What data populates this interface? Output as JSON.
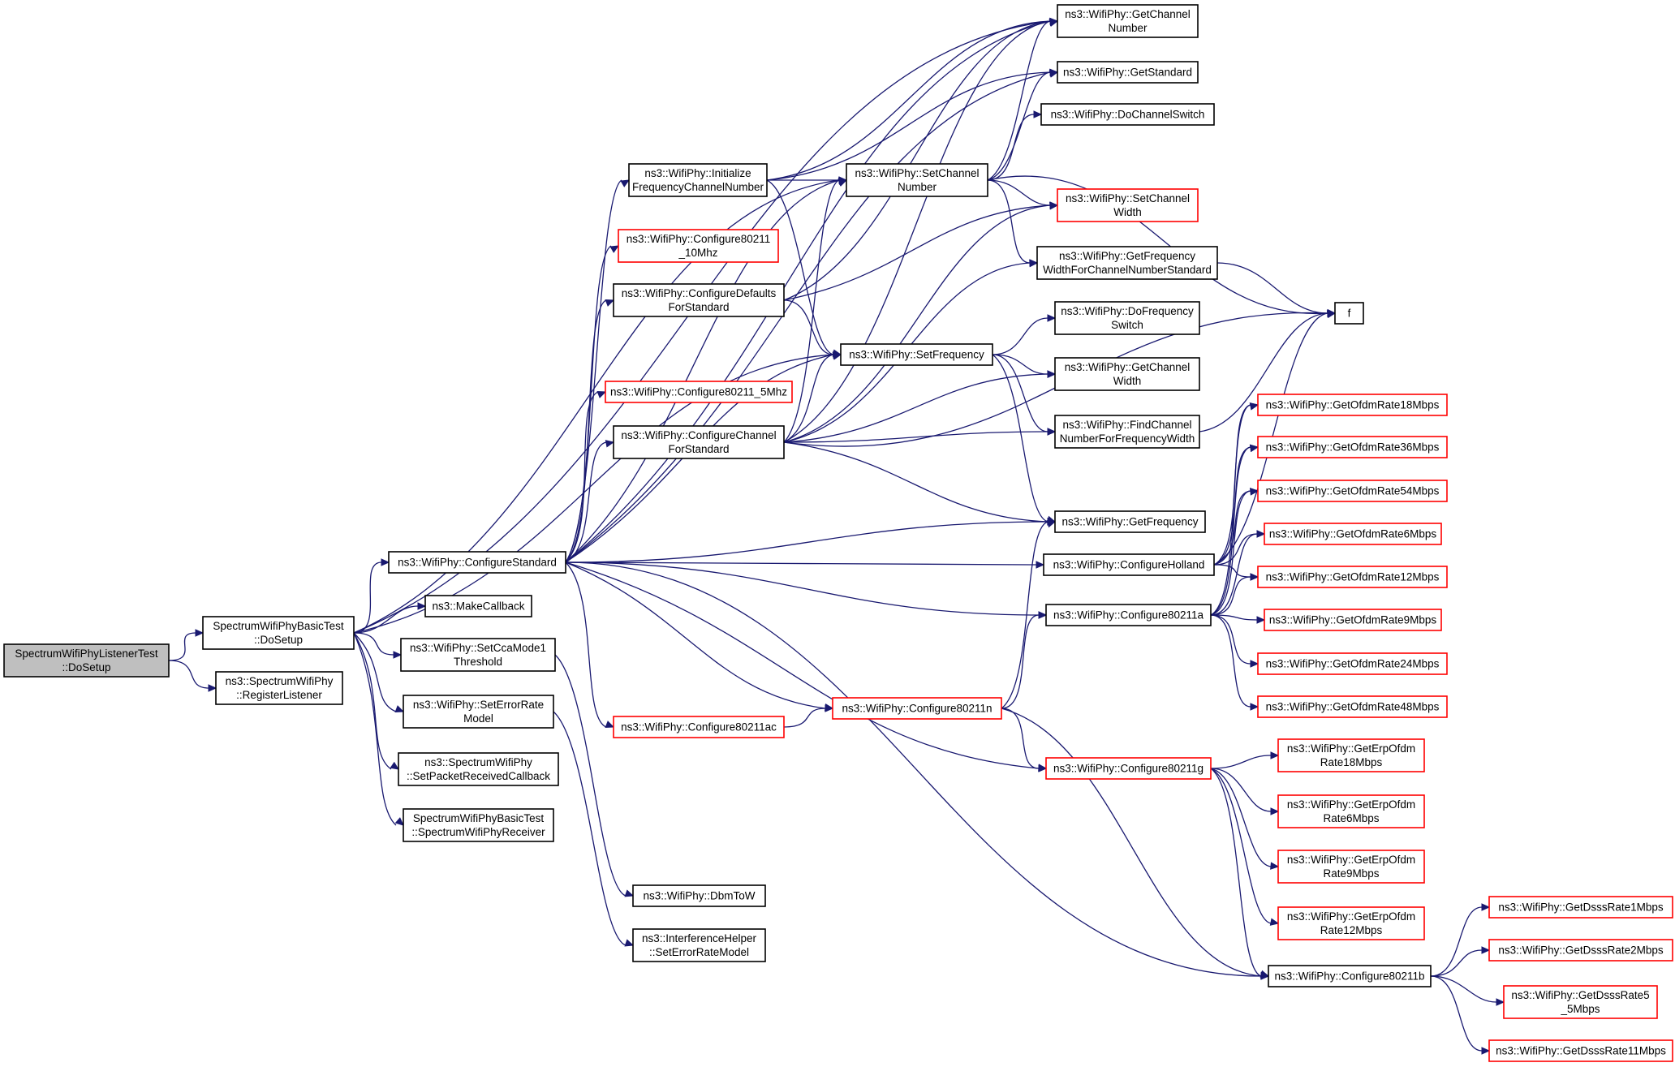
{
  "colors": {
    "edge": "#191970",
    "border_linked": "#000000",
    "border_undocumented": "#ff0000",
    "root_fill": "#bfbfbf",
    "node_fill": "#ffffff"
  },
  "nodes": {
    "root": {
      "lines": [
        "SpectrumWifiPhyListenerTest",
        "::DoSetup"
      ],
      "kind": "root"
    },
    "basic_dosetup": {
      "lines": [
        "SpectrumWifiPhyBasicTest",
        "::DoSetup"
      ],
      "kind": "normal"
    },
    "register_listener": {
      "lines": [
        "ns3::SpectrumWifiPhy",
        "::RegisterListener"
      ],
      "kind": "normal"
    },
    "configure_standard": {
      "lines": [
        "ns3::WifiPhy::ConfigureStandard"
      ],
      "kind": "normal"
    },
    "make_callback": {
      "lines": [
        "ns3::MakeCallback"
      ],
      "kind": "normal"
    },
    "set_cca": {
      "lines": [
        "ns3::WifiPhy::SetCcaMode1",
        "Threshold"
      ],
      "kind": "normal"
    },
    "set_error_rate": {
      "lines": [
        "ns3::WifiPhy::SetErrorRate",
        "Model"
      ],
      "kind": "normal"
    },
    "set_packet_received": {
      "lines": [
        "ns3::SpectrumWifiPhy",
        "::SetPacketReceivedCallback"
      ],
      "kind": "normal"
    },
    "spectrum_receiver": {
      "lines": [
        "SpectrumWifiPhyBasicTest",
        "::SpectrumWifiPhyReceiver"
      ],
      "kind": "normal"
    },
    "init_freq": {
      "lines": [
        "ns3::WifiPhy::Initialize",
        "FrequencyChannelNumber"
      ],
      "kind": "normal"
    },
    "conf_10mhz": {
      "lines": [
        "ns3::WifiPhy::Configure80211",
        "_10Mhz"
      ],
      "kind": "red"
    },
    "conf_defaults": {
      "lines": [
        "ns3::WifiPhy::ConfigureDefaults",
        "ForStandard"
      ],
      "kind": "normal"
    },
    "conf_5mhz": {
      "lines": [
        "ns3::WifiPhy::Configure80211_5Mhz"
      ],
      "kind": "red"
    },
    "conf_channel": {
      "lines": [
        "ns3::WifiPhy::ConfigureChannel",
        "ForStandard"
      ],
      "kind": "normal"
    },
    "conf_ac": {
      "lines": [
        "ns3::WifiPhy::Configure80211ac"
      ],
      "kind": "red"
    },
    "dbm_to_w": {
      "lines": [
        "ns3::WifiPhy::DbmToW"
      ],
      "kind": "normal"
    },
    "interference": {
      "lines": [
        "ns3::InterferenceHelper",
        "::SetErrorRateModel"
      ],
      "kind": "normal"
    },
    "set_channel_number": {
      "lines": [
        "ns3::WifiPhy::SetChannel",
        "Number"
      ],
      "kind": "normal"
    },
    "set_frequency": {
      "lines": [
        "ns3::WifiPhy::SetFrequency"
      ],
      "kind": "normal"
    },
    "conf_n": {
      "lines": [
        "ns3::WifiPhy::Configure80211n"
      ],
      "kind": "red"
    },
    "get_channel_number": {
      "lines": [
        "ns3::WifiPhy::GetChannel",
        "Number"
      ],
      "kind": "normal"
    },
    "get_standard": {
      "lines": [
        "ns3::WifiPhy::GetStandard"
      ],
      "kind": "normal"
    },
    "do_channel_switch": {
      "lines": [
        "ns3::WifiPhy::DoChannelSwitch"
      ],
      "kind": "normal"
    },
    "set_channel_width": {
      "lines": [
        "ns3::WifiPhy::SetChannel",
        "Width"
      ],
      "kind": "red"
    },
    "get_freq_width": {
      "lines": [
        "ns3::WifiPhy::GetFrequency",
        "WidthForChannelNumberStandard"
      ],
      "kind": "normal"
    },
    "do_freq_switch": {
      "lines": [
        "ns3::WifiPhy::DoFrequency",
        "Switch"
      ],
      "kind": "normal"
    },
    "get_channel_width": {
      "lines": [
        "ns3::WifiPhy::GetChannel",
        "Width"
      ],
      "kind": "normal"
    },
    "find_channel": {
      "lines": [
        "ns3::WifiPhy::FindChannel",
        "NumberForFrequencyWidth"
      ],
      "kind": "normal"
    },
    "get_frequency": {
      "lines": [
        "ns3::WifiPhy::GetFrequency"
      ],
      "kind": "normal"
    },
    "conf_holland": {
      "lines": [
        "ns3::WifiPhy::ConfigureHolland"
      ],
      "kind": "normal"
    },
    "conf_a": {
      "lines": [
        "ns3::WifiPhy::Configure80211a"
      ],
      "kind": "normal"
    },
    "conf_g": {
      "lines": [
        "ns3::WifiPhy::Configure80211g"
      ],
      "kind": "red"
    },
    "conf_b": {
      "lines": [
        "ns3::WifiPhy::Configure80211b"
      ],
      "kind": "normal"
    },
    "f": {
      "lines": [
        "f"
      ],
      "kind": "normal"
    },
    "ofdm18": {
      "lines": [
        "ns3::WifiPhy::GetOfdmRate18Mbps"
      ],
      "kind": "red"
    },
    "ofdm36": {
      "lines": [
        "ns3::WifiPhy::GetOfdmRate36Mbps"
      ],
      "kind": "red"
    },
    "ofdm54": {
      "lines": [
        "ns3::WifiPhy::GetOfdmRate54Mbps"
      ],
      "kind": "red"
    },
    "ofdm6": {
      "lines": [
        "ns3::WifiPhy::GetOfdmRate6Mbps"
      ],
      "kind": "red"
    },
    "ofdm12": {
      "lines": [
        "ns3::WifiPhy::GetOfdmRate12Mbps"
      ],
      "kind": "red"
    },
    "ofdm9": {
      "lines": [
        "ns3::WifiPhy::GetOfdmRate9Mbps"
      ],
      "kind": "red"
    },
    "ofdm24": {
      "lines": [
        "ns3::WifiPhy::GetOfdmRate24Mbps"
      ],
      "kind": "red"
    },
    "ofdm48": {
      "lines": [
        "ns3::WifiPhy::GetOfdmRate48Mbps"
      ],
      "kind": "red"
    },
    "erp18": {
      "lines": [
        "ns3::WifiPhy::GetErpOfdm",
        "Rate18Mbps"
      ],
      "kind": "red"
    },
    "erp6": {
      "lines": [
        "ns3::WifiPhy::GetErpOfdm",
        "Rate6Mbps"
      ],
      "kind": "red"
    },
    "erp9": {
      "lines": [
        "ns3::WifiPhy::GetErpOfdm",
        "Rate9Mbps"
      ],
      "kind": "red"
    },
    "erp12": {
      "lines": [
        "ns3::WifiPhy::GetErpOfdm",
        "Rate12Mbps"
      ],
      "kind": "red"
    },
    "dsss1": {
      "lines": [
        "ns3::WifiPhy::GetDsssRate1Mbps"
      ],
      "kind": "red"
    },
    "dsss2": {
      "lines": [
        "ns3::WifiPhy::GetDsssRate2Mbps"
      ],
      "kind": "red"
    },
    "dsss5": {
      "lines": [
        "ns3::WifiPhy::GetDsssRate5",
        "_5Mbps"
      ],
      "kind": "red"
    },
    "dsss11": {
      "lines": [
        "ns3::WifiPhy::GetDsssRate11Mbps"
      ],
      "kind": "red"
    }
  }
}
